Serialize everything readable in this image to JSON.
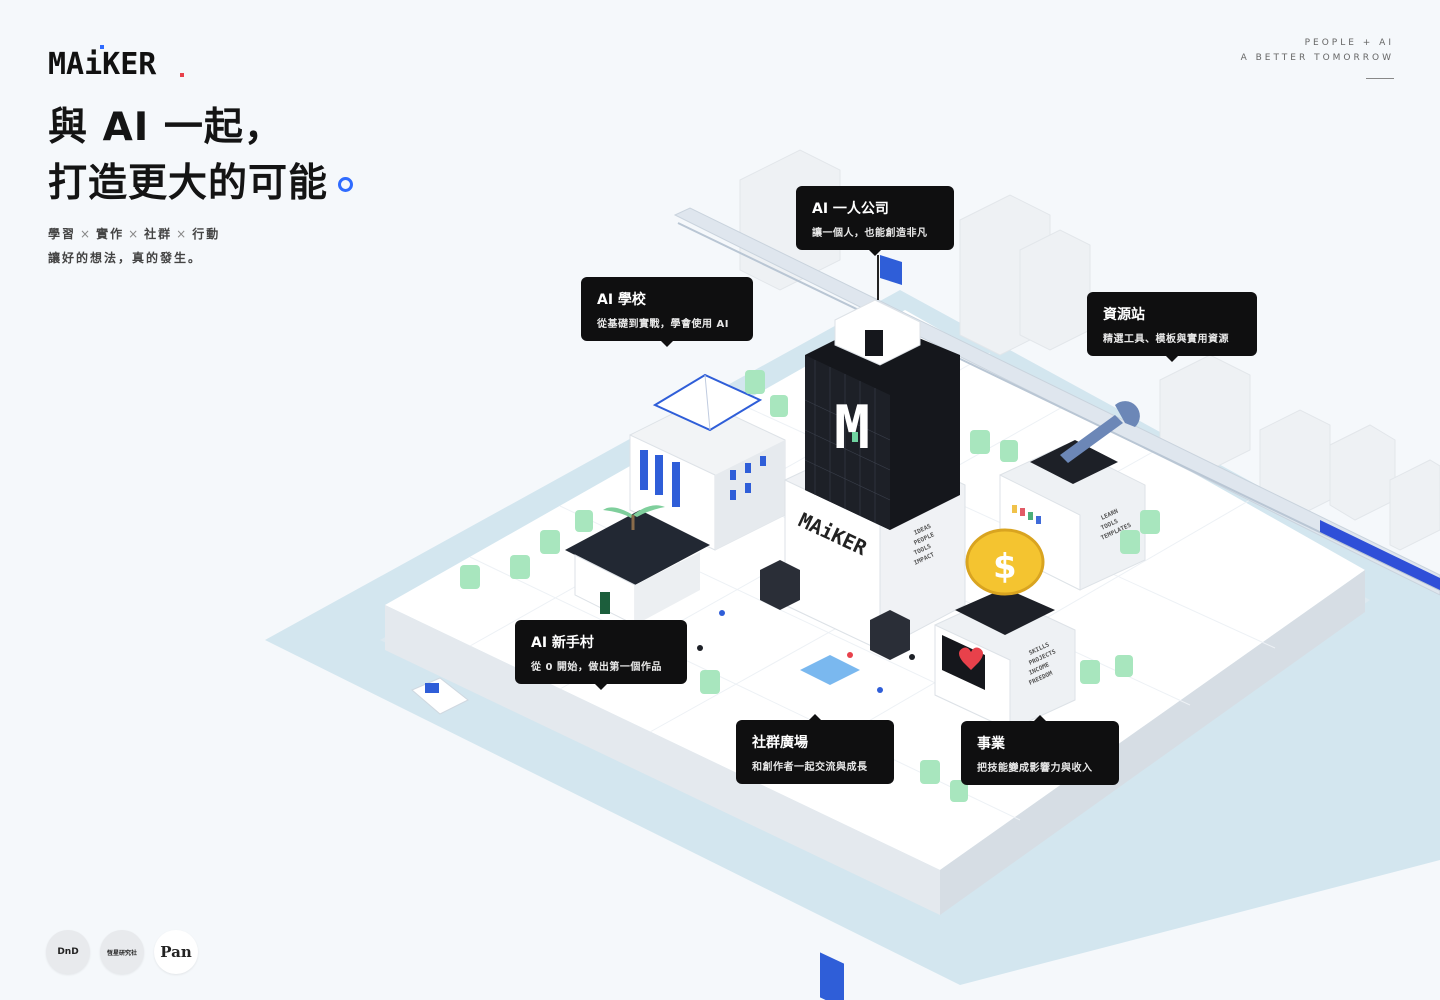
{
  "brand": {
    "name": "MAiKER"
  },
  "hero": {
    "line1": "與 AI 一起，",
    "line2": "打造更大的可能",
    "sub_items": [
      "學習",
      "實作",
      "社群",
      "行動"
    ],
    "sub_sep": "×",
    "sub_line2": "讓好的想法，真的發生。"
  },
  "tagline": {
    "line1": "PEOPLE + AI",
    "line2": "A BETTER TOMORROW"
  },
  "scene": {
    "building_brand": "MAiKER",
    "labels": [
      {
        "title": "AI 一人公司",
        "desc": "讓一個人，也能創造非凡"
      },
      {
        "title": "AI 學校",
        "desc": "從基礎到實戰，學會使用 AI"
      },
      {
        "title": "資源站",
        "desc": "精選工具、模板與實用資源"
      },
      {
        "title": "AI 新手村",
        "desc": "從 0 開始，做出第一個作品"
      },
      {
        "title": "社群廣場",
        "desc": "和創作者一起交流與成長"
      },
      {
        "title": "事業",
        "desc": "把技能變成影響力與收入"
      }
    ],
    "wall_texts": {
      "tower": [
        "IDEAS",
        "PEOPLE",
        "TOOLS",
        "IMPACT"
      ],
      "resource": [
        "LEARN",
        "TOOLS",
        "TEMPLATES"
      ],
      "business": [
        "SKILLS",
        "PROJECTS",
        "INCOME",
        "FREEDOM"
      ]
    }
  },
  "partners": [
    {
      "name": "DnD",
      "icon": "dnd-logo"
    },
    {
      "name": "恆星研究社",
      "icon": "studio-logo"
    },
    {
      "name": "Pan",
      "icon": "pan-logo"
    }
  ],
  "colors": {
    "accent": "#2f6bff",
    "label_bg": "#0f0f10",
    "water": "#cfe4ee",
    "ground": "#ffffff",
    "heart": "#e8414b",
    "coin": "#f4c430",
    "dark_building": "#15171c"
  }
}
